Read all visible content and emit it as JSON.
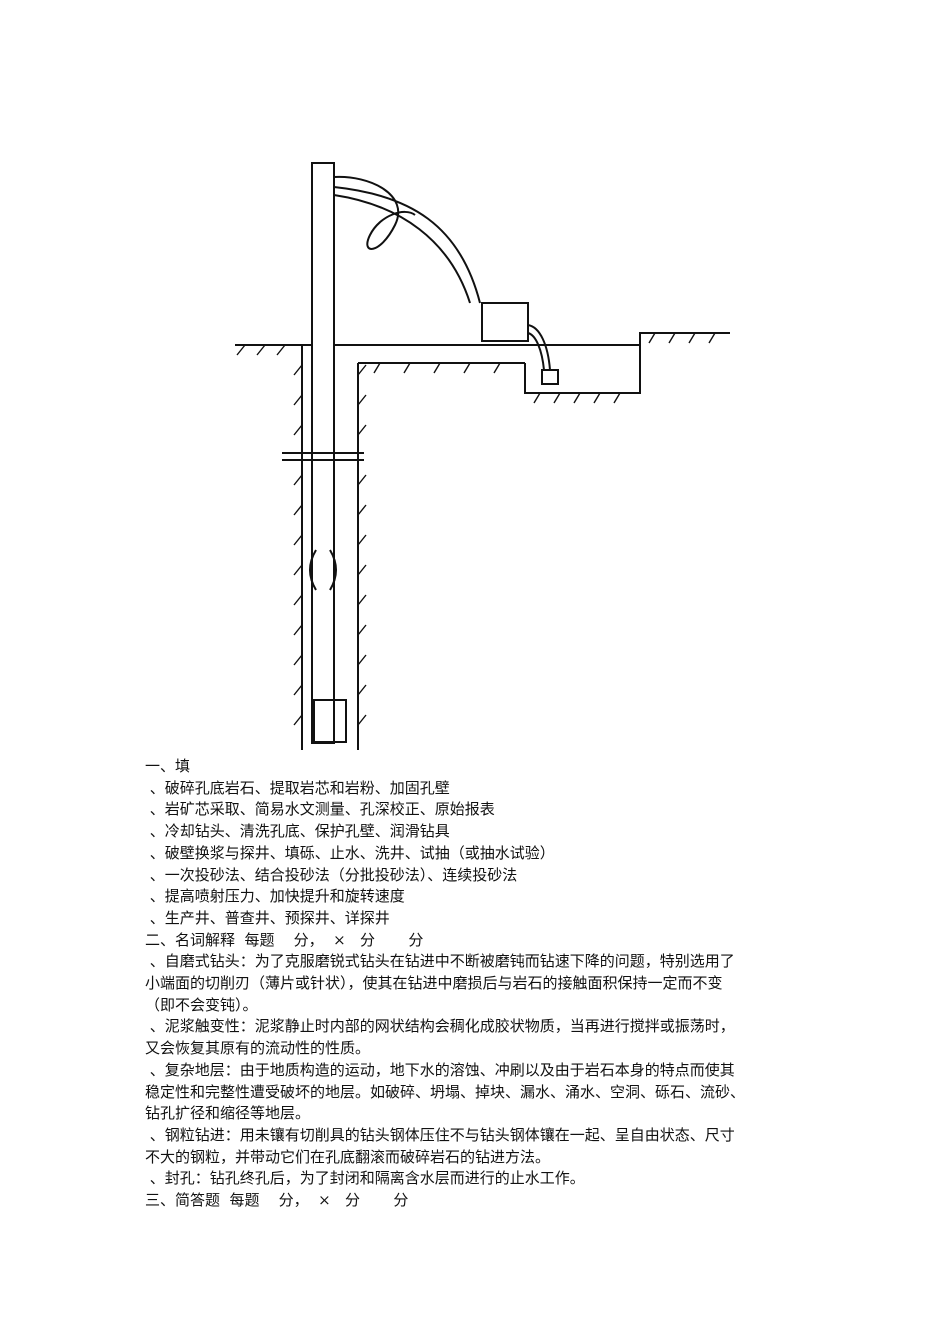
{
  "figure": {
    "name": "well-drilling-circulation-diagram"
  },
  "section1": {
    "heading": "一、填",
    "lines": [
      " 、破碎孔底岩石、提取岩芯和岩粉、加固孔壁",
      " 、岩矿芯采取、简易水文测量、孔深校正、原始报表",
      " 、冷却钻头、清洗孔底、保护孔壁、润滑钻具",
      " 、破壁换浆与探井、填砾、止水、洗井、试抽（或抽水试验）",
      " 、一次投砂法、结合投砂法（分批投砂法）、连续投砂法",
      " 、提高喷射压力、加快提升和旋转速度",
      " 、生产井、普查井、预探井、详探井"
    ]
  },
  "section2": {
    "heading": "二、名词解释  每题    分，  ×   分       分",
    "lines": [
      " 、自磨式钻头：为了克服磨锐式钻头在钻进中不断被磨钝而钻速下降的问题，特别选用了",
      "小端面的切削刃（薄片或针状），使其在钻进中磨损后与岩石的接触面积保持一定而不变",
      "（即不会变钝）。",
      " 、泥浆触变性：泥浆静止时内部的网状结构会稠化成胶状物质，当再进行搅拌或振荡时，",
      "又会恢复其原有的流动性的性质。",
      " 、复杂地层：由于地质构造的运动，地下水的溶蚀、冲刷以及由于岩石本身的特点而使其",
      "稳定性和完整性遭受破坏的地层。如破碎、坍塌、掉块、漏水、涌水、空洞、砾石、流砂、",
      "钻孔扩径和缩径等地层。",
      " 、钢粒钻进：用未镶有切削具的钻头钢体压住不与钻头钢体镶在一起、呈自由状态、尺寸",
      "不大的钢粒，并带动它们在孔底翻滚而破碎岩石的钻进方法。",
      " 、封孔：钻孔终孔后，为了封闭和隔离含水层而进行的止水工作。"
    ]
  },
  "section3": {
    "heading": "三、简答题  每题    分，  ×   分       分"
  }
}
